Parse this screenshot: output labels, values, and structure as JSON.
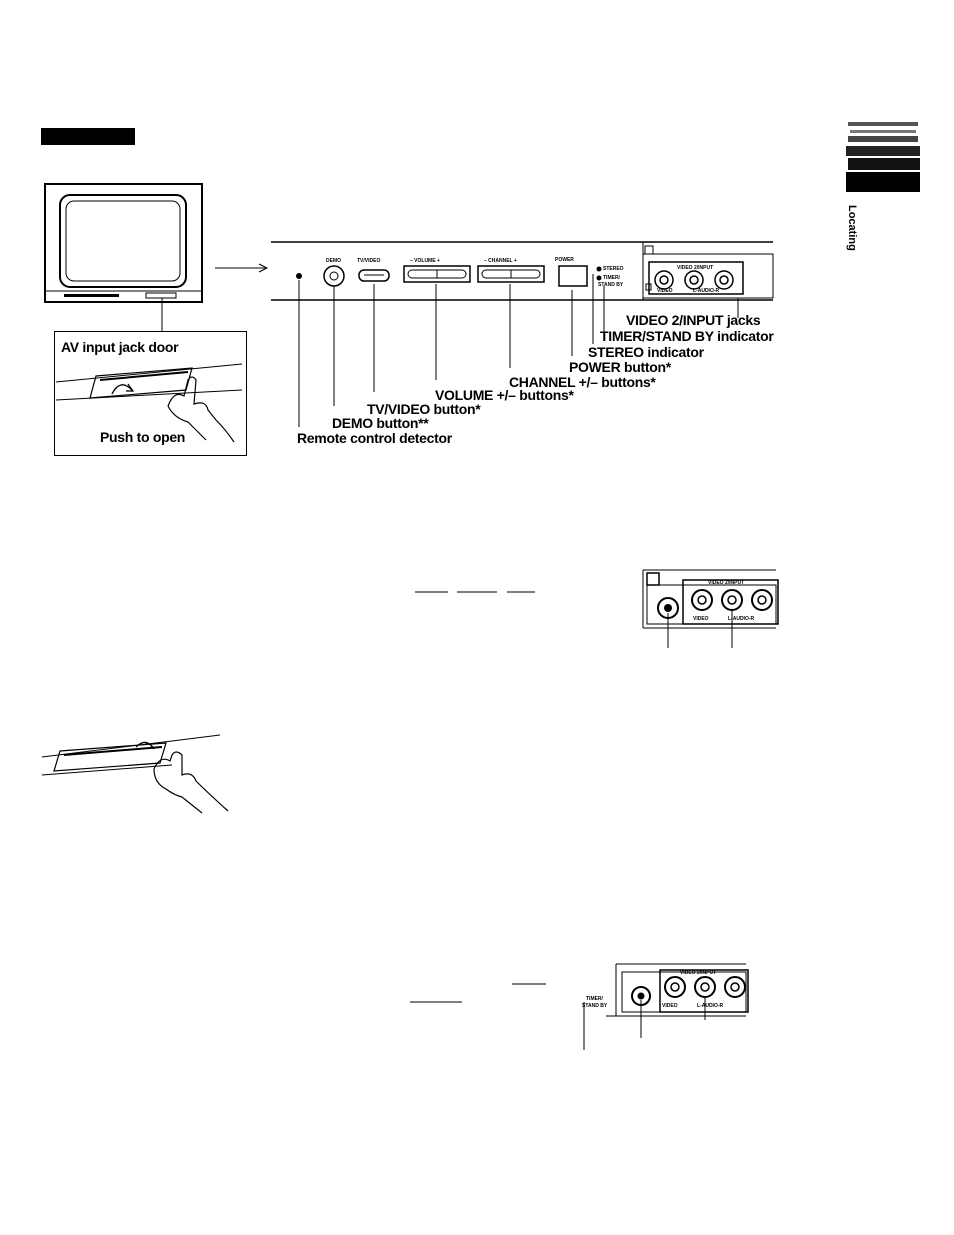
{
  "side_tab": {
    "text": "Locating"
  },
  "front_panel": {
    "tiny_labels": {
      "demo": "DEMO",
      "tv_video": "TV/VIDEO",
      "volume": "– VOLUME +",
      "channel": "– CHANNEL +",
      "power": "POWER",
      "stereo": "STEREO",
      "timer_line1": "TIMER/",
      "timer_line2": "STAND BY",
      "video_input": "VIDEO 2/INPUT",
      "video": "VIDEO",
      "audio": "L-AUDIO-R"
    },
    "callouts": {
      "video_input_jacks": "VIDEO 2/INPUT jacks",
      "timer_indicator": "TIMER/STAND BY indicator",
      "stereo_indicator": "STEREO indicator",
      "power_button": "POWER button*",
      "channel_buttons": "CHANNEL +/– buttons*",
      "volume_buttons": "VOLUME +/– buttons*",
      "tv_video_button": "TV/VIDEO button*",
      "demo_button": "DEMO button**",
      "remote_detector": "Remote control detector"
    }
  },
  "av_door_box": {
    "title": "AV input jack door",
    "caption": "Push to open"
  }
}
